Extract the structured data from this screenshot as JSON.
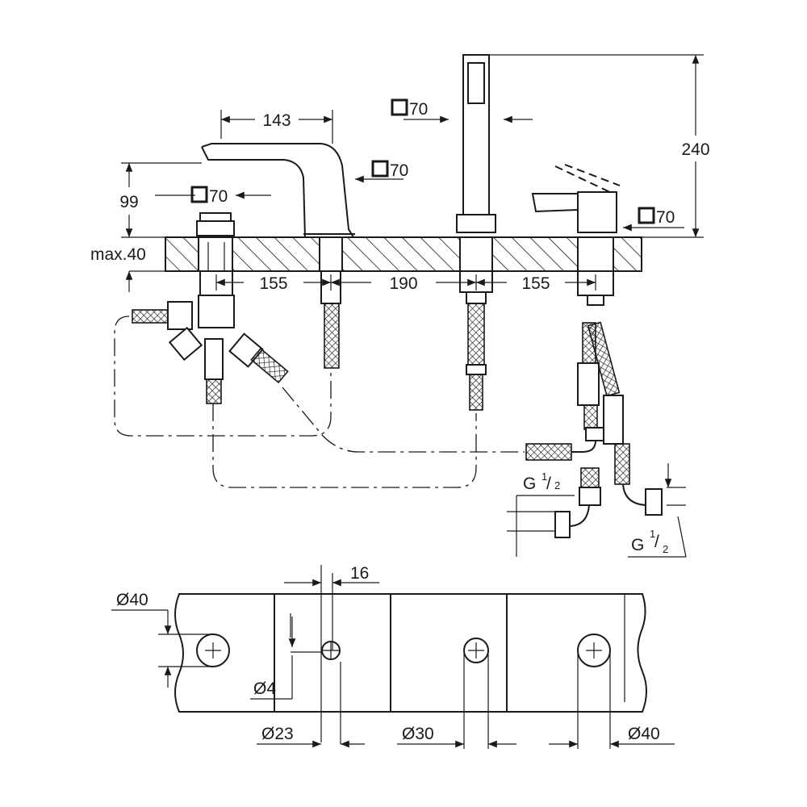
{
  "top_view": {
    "spout_reach": "143",
    "spout_height": "99",
    "max_deck_thickness": "max.40",
    "overall_height": "240",
    "spacing_left": "155",
    "spacing_middle": "190",
    "spacing_right": "155",
    "square_spout_base": "70",
    "square_valve": "70",
    "square_hand_shower": "70",
    "square_mixer": "70",
    "thread_left_main": "G",
    "thread_left_num": "1",
    "thread_left_den": "2",
    "thread_right_main": "G",
    "thread_right_num": "1",
    "thread_right_den": "2"
  },
  "cutout_view": {
    "edge_offset": "16",
    "hole_left_diameter": "Ø40",
    "small_hole_diameter": "Ø4",
    "hole_diameter_23": "Ø23",
    "hole_diameter_30": "Ø30",
    "hole_diameter_right": "Ø40"
  }
}
